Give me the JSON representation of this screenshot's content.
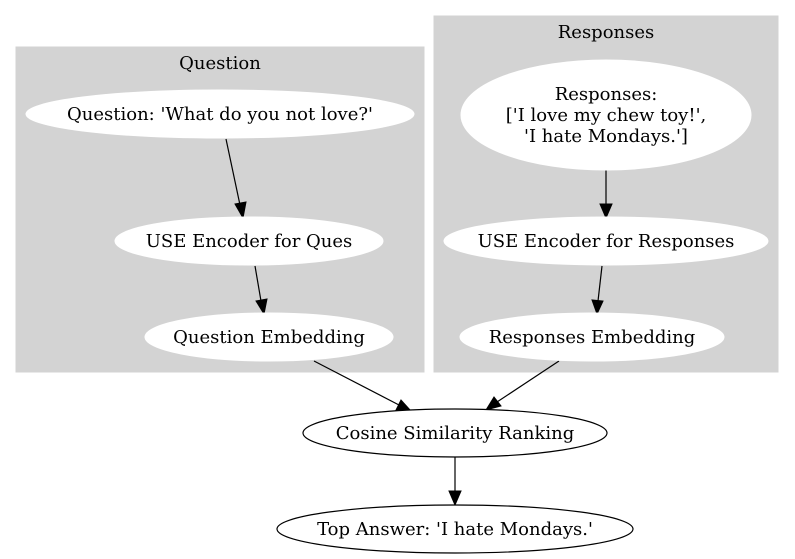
{
  "clusters": {
    "question": {
      "label": "Question"
    },
    "responses": {
      "label": "Responses"
    }
  },
  "nodes": {
    "question": {
      "label": "Question: 'What do you not love?'"
    },
    "use_encoder_ques": {
      "label": "USE Encoder for Ques"
    },
    "question_embedding": {
      "label": "Question Embedding"
    },
    "responses": {
      "lines": [
        "Responses:",
        "['I love my chew toy!',",
        "'I hate Mondays.']"
      ]
    },
    "use_encoder_responses": {
      "label": "USE Encoder for Responses"
    },
    "responses_embedding": {
      "label": "Responses Embedding"
    },
    "cosine_ranking": {
      "label": "Cosine Similarity Ranking"
    },
    "top_answer": {
      "label": "Top Answer: 'I hate Mondays.'"
    }
  },
  "colors": {
    "cluster_fill": "#d3d3d3",
    "filled_node": "#ffffff",
    "stroke": "#000000"
  }
}
